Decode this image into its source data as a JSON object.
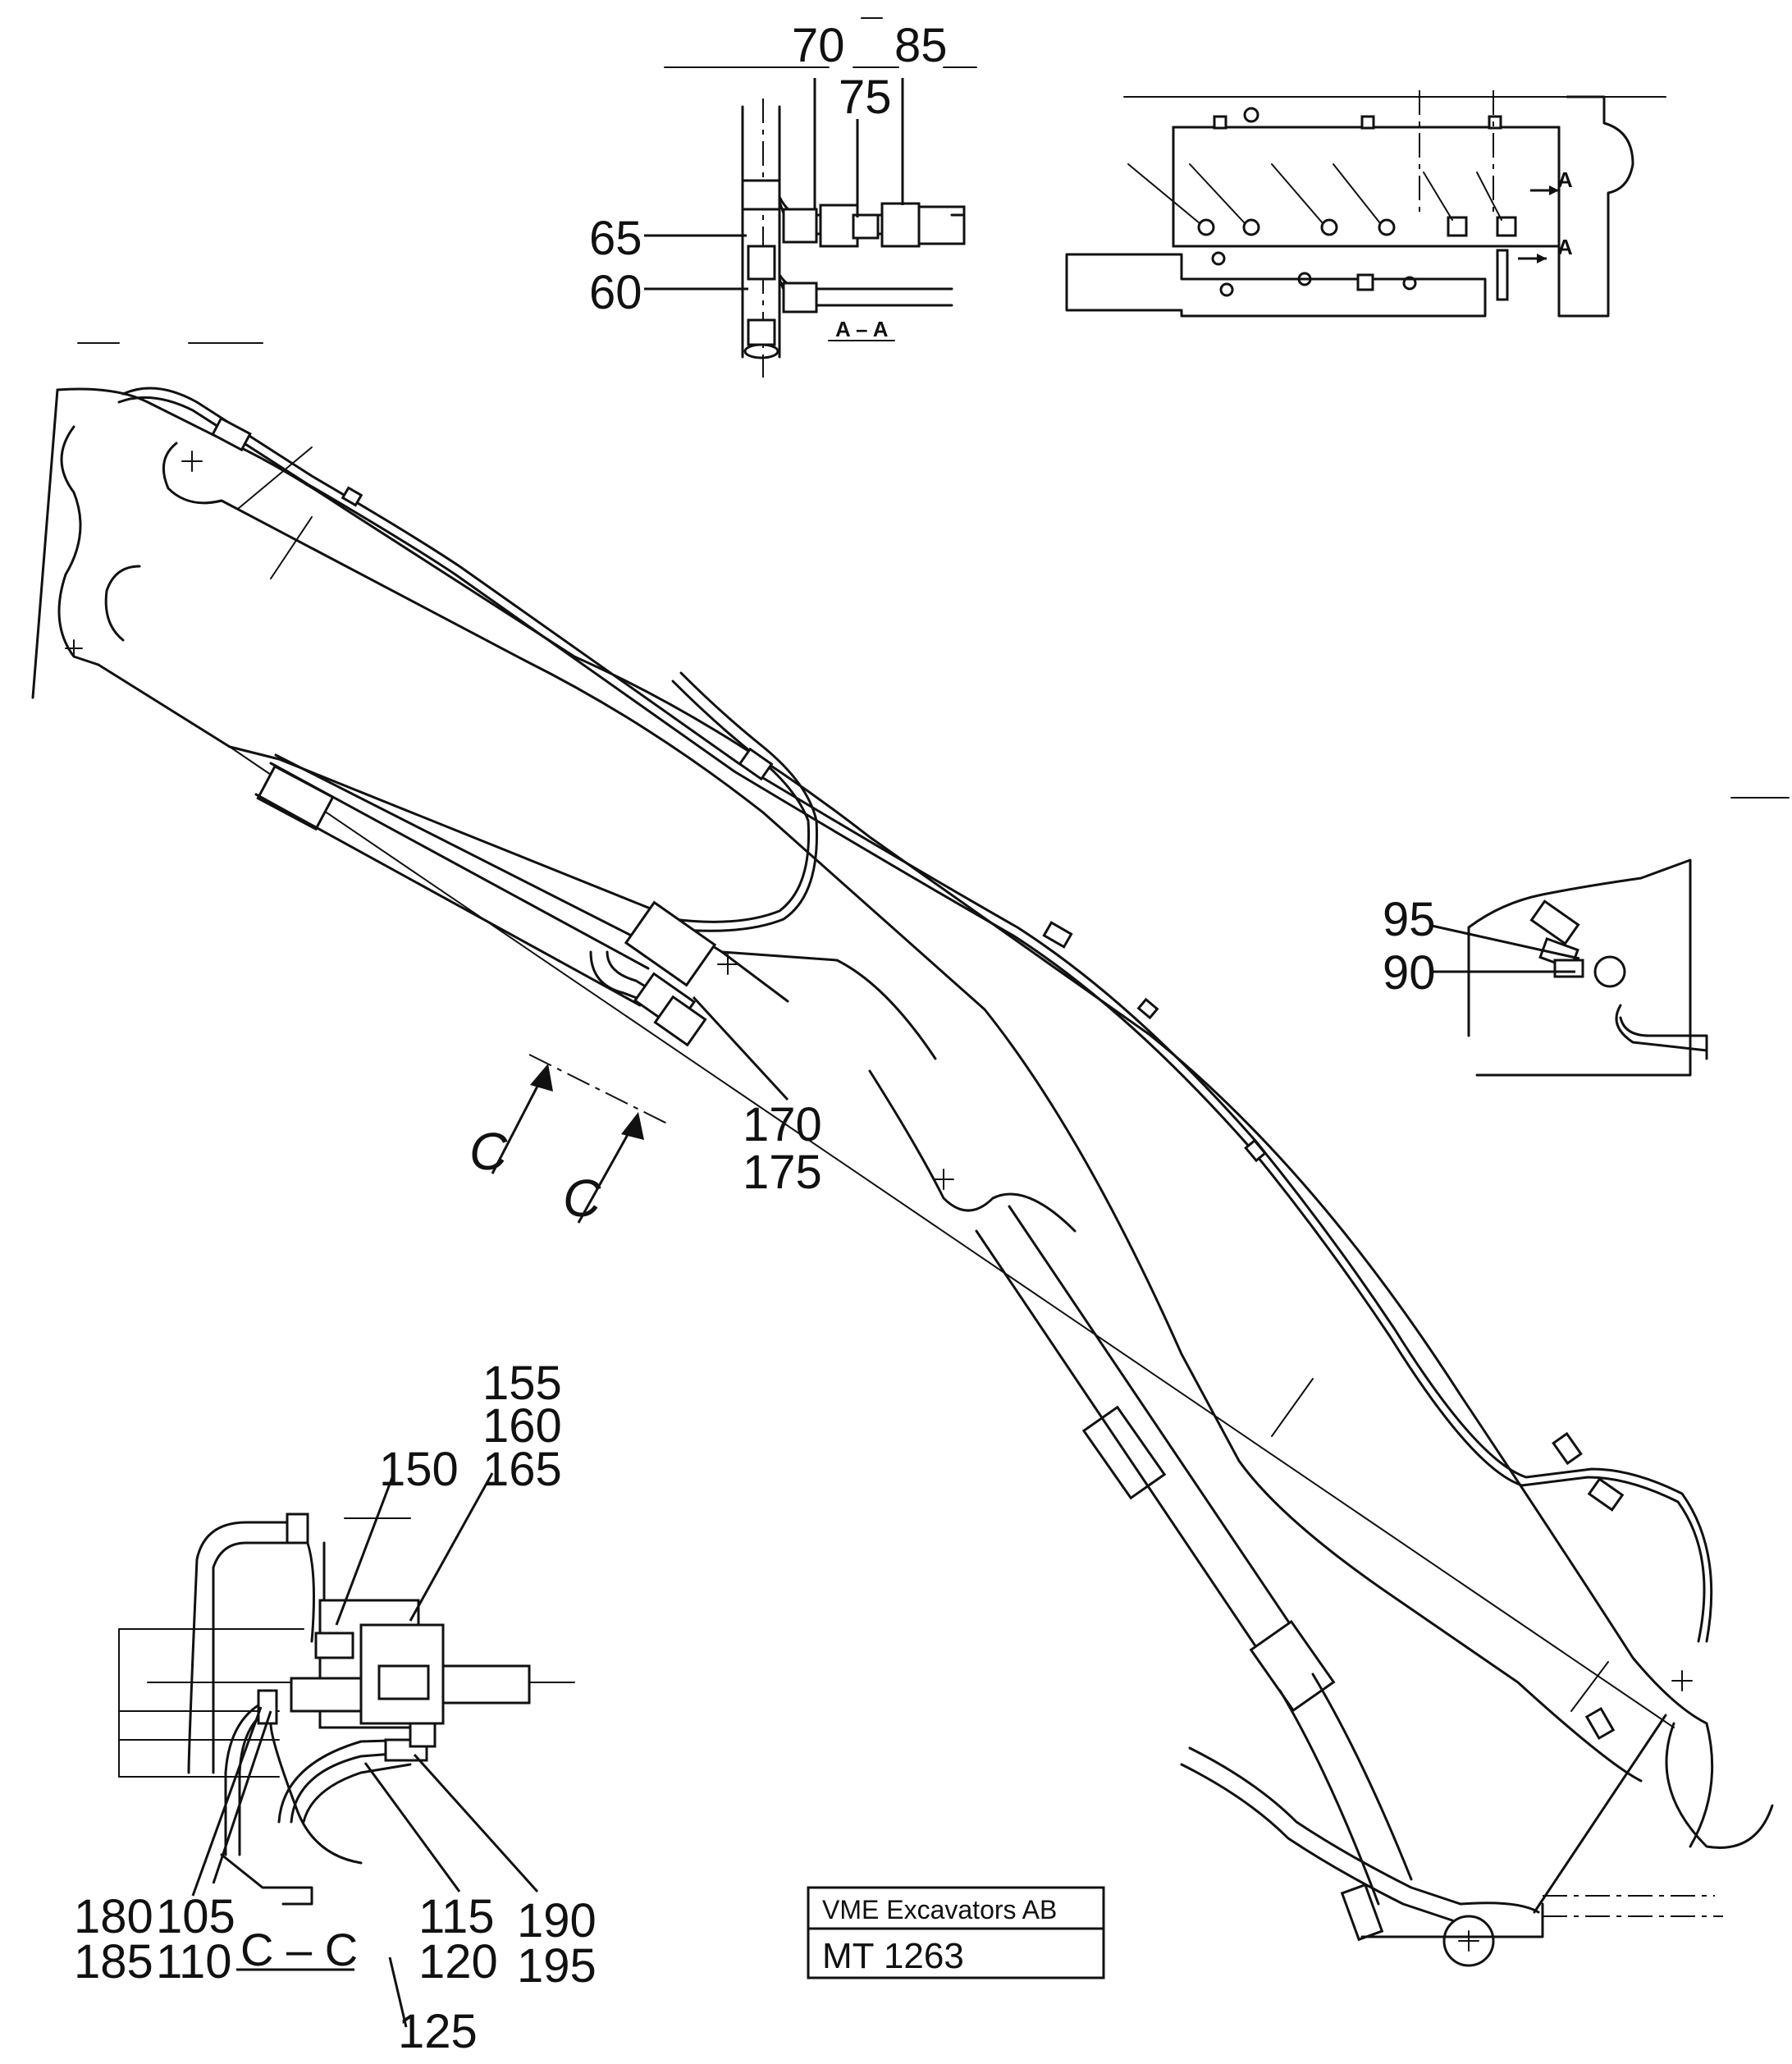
{
  "title_block": {
    "company": "VME Excavators AB",
    "drawing_number": "MT 1263"
  },
  "section_labels": {
    "detail_aa": "A – A",
    "view_arrow_a_top": "A",
    "view_arrow_a_bottom": "A",
    "detail_cc": "C – C",
    "cut_arrow_c_left": "C",
    "cut_arrow_c_right": "C"
  },
  "callouts": {
    "p60": "60",
    "p65": "65",
    "p70": "70",
    "p75": "75",
    "p85": "85",
    "p90": "90",
    "p95": "95",
    "p105": "105",
    "p110": "110",
    "p115": "115",
    "p120": "120",
    "p125": "125",
    "p150": "150",
    "p155": "155",
    "p160": "160",
    "p165": "165",
    "p170": "170",
    "p175": "175",
    "p180": "180",
    "p185": "185",
    "p190": "190",
    "p195": "195"
  }
}
